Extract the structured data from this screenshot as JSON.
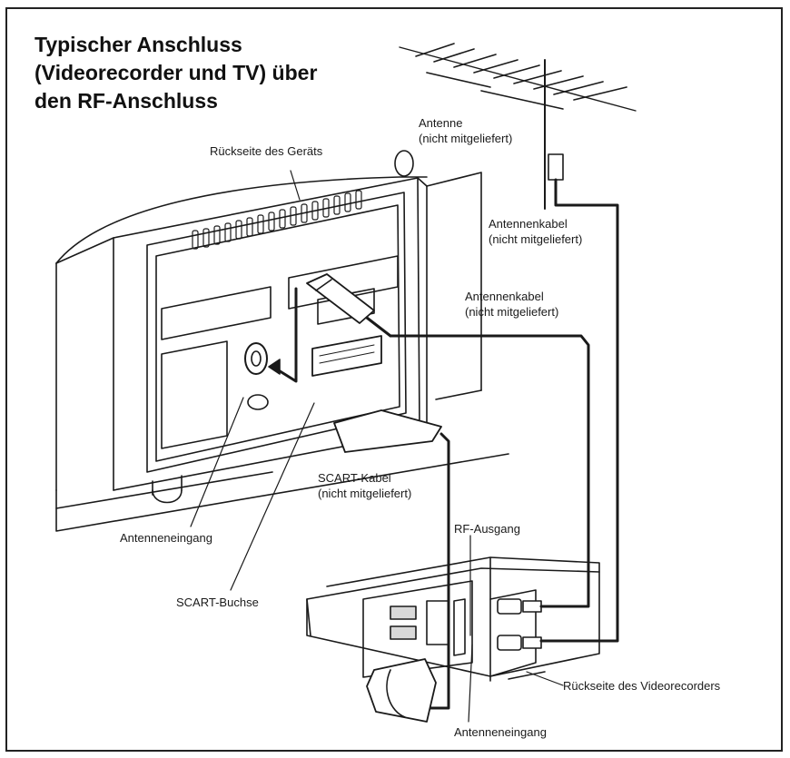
{
  "title": {
    "line1": "Typischer Anschluss",
    "line2": "(Videorecorder und TV) über",
    "line3": "den RF-Anschluss"
  },
  "labels": {
    "rueckseite_geraet": "Rückseite des Geräts",
    "antenne": "Antenne",
    "antenne_note": "(nicht mitgeliefert)",
    "antennenkabel_1": "Antennenkabel",
    "antennenkabel_1_note": "(nicht mitgeliefert)",
    "antennenkabel_2": "Antennenkabel",
    "antennenkabel_2_note": "(nicht mitgeliefert)",
    "scart_kabel": "SCART-Kabel",
    "scart_kabel_note": "(nicht mitgeliefert)",
    "rf_ausgang": "RF-Ausgang",
    "antenneneingang_tv": "Antenneneingang",
    "scart_buchse": "SCART-Buchse",
    "rueckseite_videorecorder": "Rückseite des Videorecorders",
    "antenneneingang_vcr": "Antenneneingang"
  },
  "colors": {
    "line": "#1a1a1a",
    "fill": "#ffffff",
    "shade": "#d9d9d9"
  }
}
